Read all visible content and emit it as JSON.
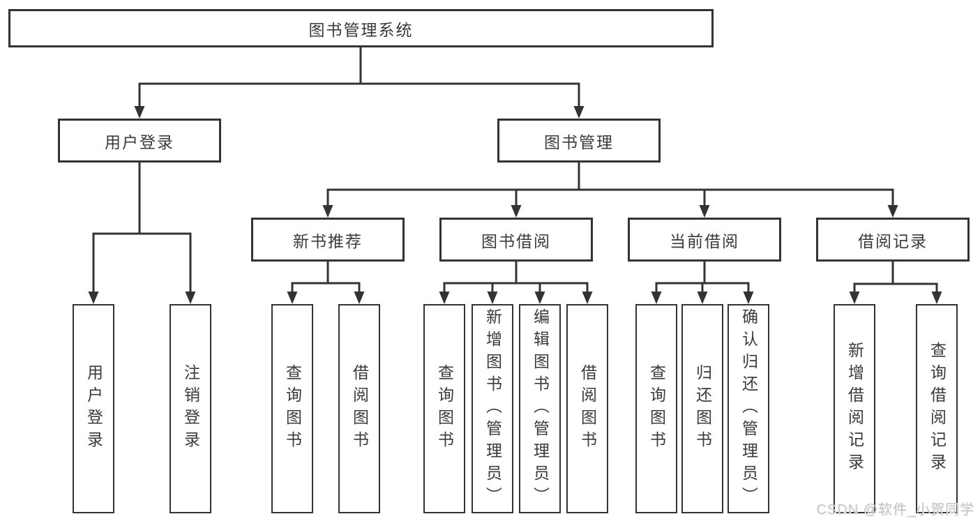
{
  "tree": {
    "root": {
      "label": "图书管理系统"
    },
    "branches": [
      {
        "label": "用户登录",
        "children": [
          {
            "label": "用户登录"
          },
          {
            "label": "注销登录"
          }
        ]
      },
      {
        "label": "图书管理",
        "children": [
          {
            "label": "新书推荐",
            "children": [
              {
                "label": "查询图书"
              },
              {
                "label": "借阅图书"
              }
            ]
          },
          {
            "label": "图书借阅",
            "children": [
              {
                "label": "查询图书"
              },
              {
                "label": "新增图书（管理员）"
              },
              {
                "label": "编辑图书（管理员）"
              },
              {
                "label": "借阅图书"
              }
            ]
          },
          {
            "label": "当前借阅",
            "children": [
              {
                "label": "查询图书"
              },
              {
                "label": "归还图书"
              },
              {
                "label": "确认归还（管理员）"
              }
            ]
          },
          {
            "label": "借阅记录",
            "children": [
              {
                "label": "新增借阅记录"
              },
              {
                "label": "查询借阅记录"
              }
            ]
          }
        ]
      }
    ]
  },
  "watermark": {
    "text": "CSDN @软件_小贺同学"
  },
  "colors": {
    "line": "#333333",
    "box_border": "#333333",
    "box_background": "#ffffff",
    "text": "#3a3a3a",
    "watermark": "#c8c6cb"
  }
}
